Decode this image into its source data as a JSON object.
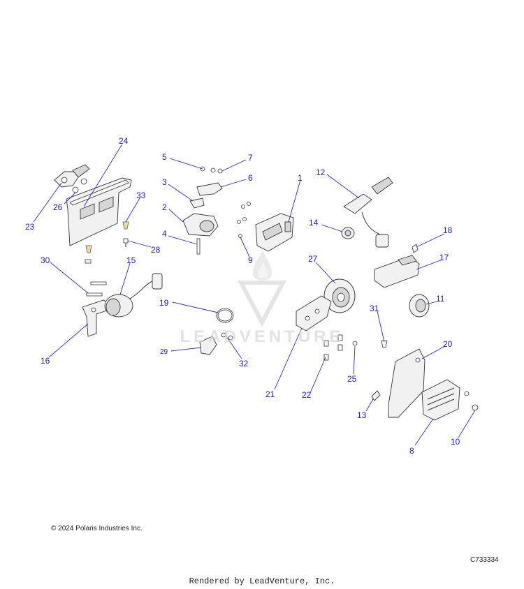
{
  "diagram": {
    "callouts": [
      "1",
      "2",
      "3",
      "4",
      "5",
      "6",
      "7",
      "8",
      "9",
      "10",
      "11",
      "12",
      "13",
      "14",
      "15",
      "16",
      "17",
      "18",
      "19",
      "20",
      "21",
      "22",
      "23",
      "24",
      "25",
      "26",
      "27",
      "28",
      "29",
      "30",
      "31",
      "32",
      "33"
    ]
  },
  "watermark": {
    "logo_icon": "leadventure-logo-icon",
    "text": "LEADVENTURE"
  },
  "footer": {
    "copyright": "© 2024 Polaris Industries Inc.",
    "diagram_code": "C733334",
    "rendered_by": "Rendered by LeadVenture, Inc."
  }
}
